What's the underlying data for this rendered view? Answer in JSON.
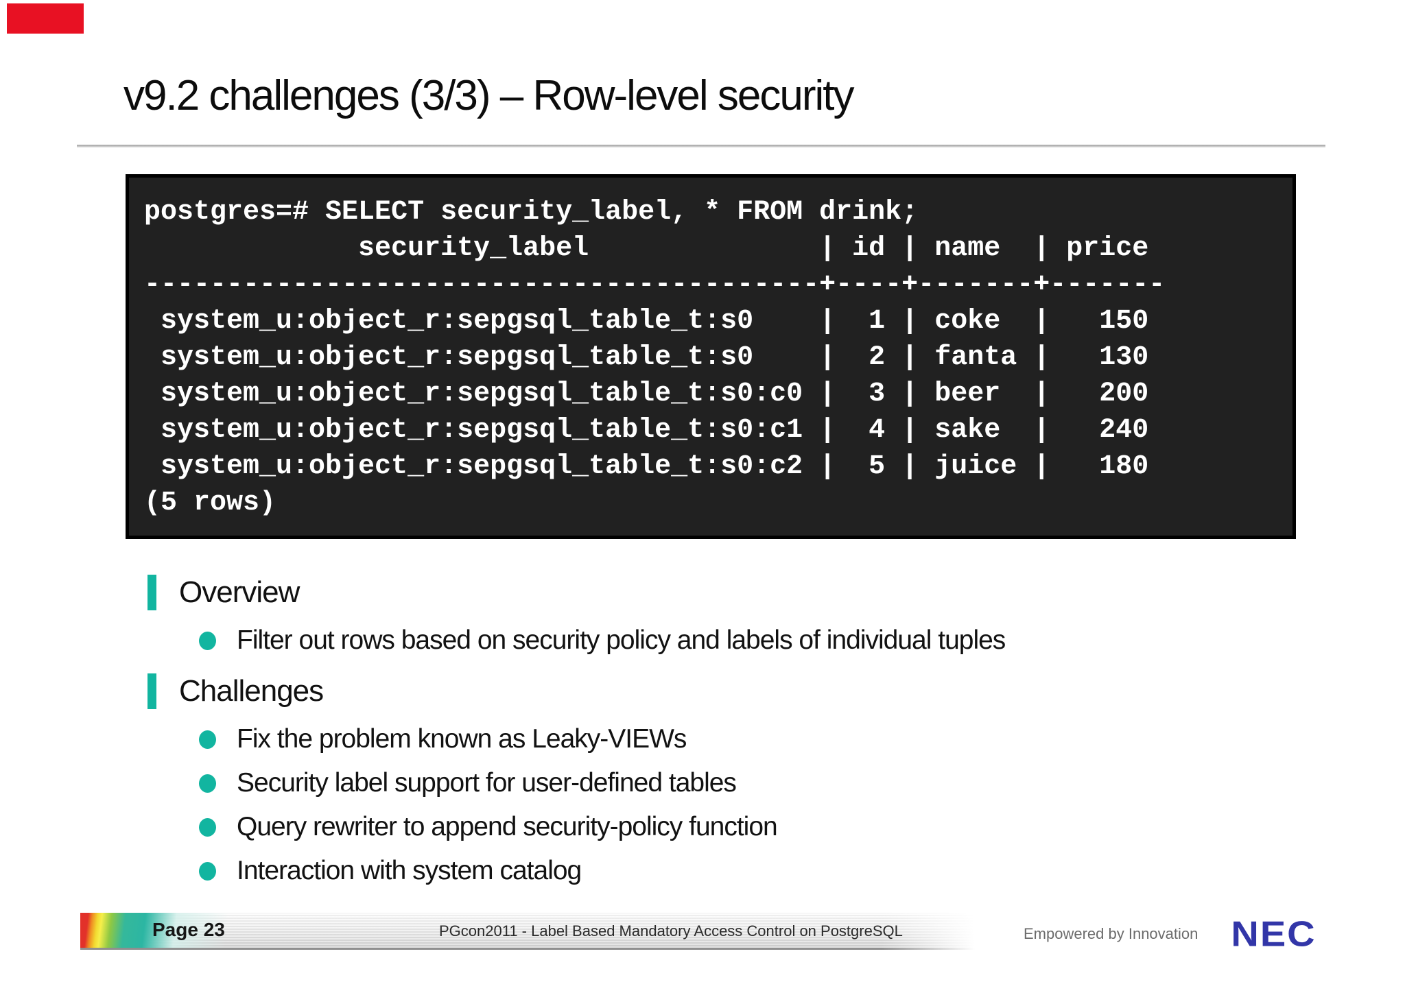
{
  "slide": {
    "title": "v9.2 challenges (3/3) – Row-level security"
  },
  "terminal": {
    "lines": [
      "postgres=# SELECT security_label, * FROM drink;",
      "             security_label              | id | name  | price ",
      "-----------------------------------------+----+-------+-------",
      " system_u:object_r:sepgsql_table_t:s0    |  1 | coke  |   150",
      " system_u:object_r:sepgsql_table_t:s0    |  2 | fanta |   130",
      " system_u:object_r:sepgsql_table_t:s0:c0 |  3 | beer  |   200",
      " system_u:object_r:sepgsql_table_t:s0:c1 |  4 | sake  |   240",
      " system_u:object_r:sepgsql_table_t:s0:c2 |  5 | juice |   180",
      "(5 rows)"
    ]
  },
  "sections": [
    {
      "heading": "Overview",
      "bullets": [
        "Filter out rows based on security policy and labels of individual tuples"
      ]
    },
    {
      "heading": "Challenges",
      "bullets": [
        "Fix the problem known as Leaky-VIEWs",
        "Security label support for user-defined tables",
        "Query rewriter to append security-policy function",
        "Interaction with system catalog"
      ]
    }
  ],
  "footer": {
    "page_label": "Page 23",
    "conference_label": "PGcon2011 - Label Based Mandatory Access Control on PostgreSQL",
    "brand_tagline": "Empowered by Innovation",
    "brand_logo": "NEC"
  },
  "colors": {
    "accent_teal": "#12b5a0",
    "terminal_bg": "#212121",
    "terminal_text": "#ffffff",
    "nec_blue": "#3236a8",
    "red_marker": "#e81123"
  }
}
